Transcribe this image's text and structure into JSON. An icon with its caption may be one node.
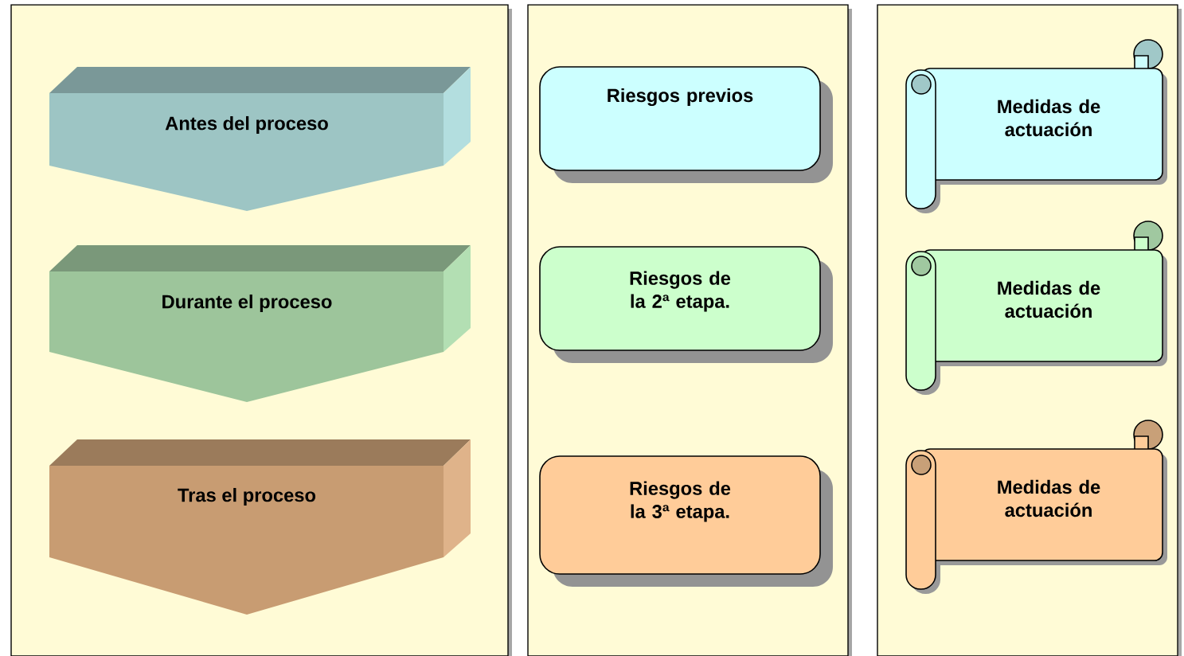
{
  "diagram": {
    "nodes": [
      {
        "text": [],
        "shape": "box"
      },
      {
        "text": [
          "Antes del proceso"
        ],
        "in": 0
      },
      {
        "text": [
          "Durante el proceso"
        ],
        "in": 0
      },
      {
        "text": [
          "Tras el proceso"
        ],
        "in": 0
      },
      {
        "text": [],
        "shape": "box"
      },
      {
        "text": [
          "Riesgos previos"
        ],
        "in": 4
      },
      {
        "text": [
          "Riesgos de la 2ª etapa."
        ],
        "in": 4
      },
      {
        "text": [
          "Riesgos de la 3ª etapa."
        ],
        "in": 4
      },
      {
        "text": [],
        "shape": "box"
      },
      {
        "text": [
          "Medidas de actuación"
        ],
        "in": 8
      },
      {
        "text": [
          "Medidas de actuación"
        ],
        "in": 8
      },
      {
        "text": [
          "Medidas de actuación"
        ],
        "in": 8
      }
    ],
    "edges": []
  }
}
